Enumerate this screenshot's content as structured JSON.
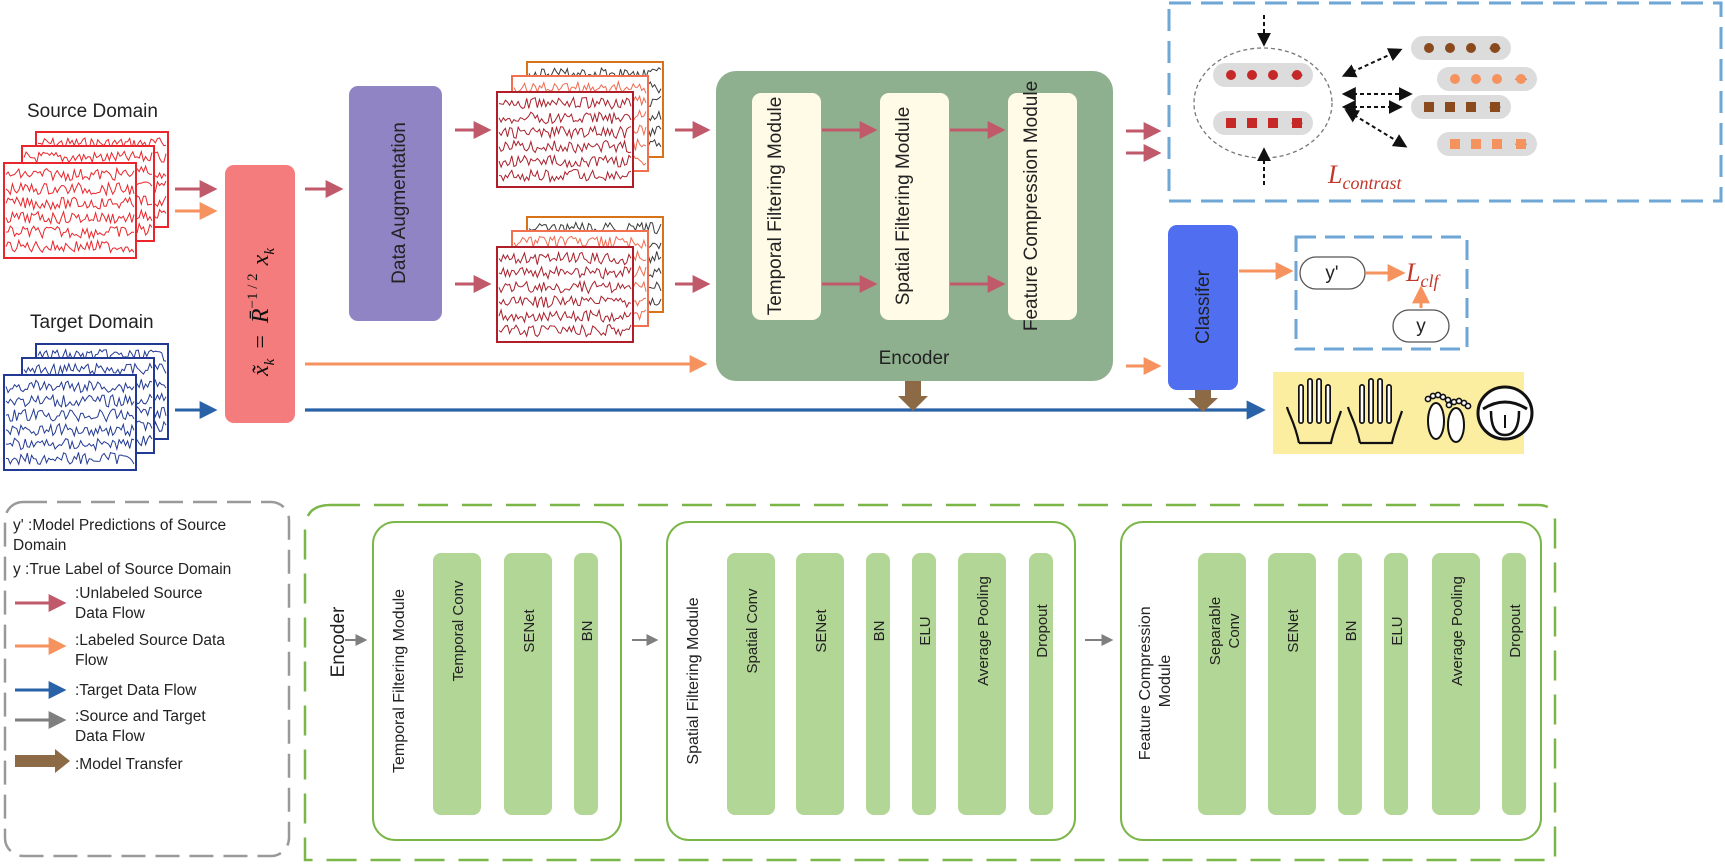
{
  "top": {
    "source_domain_label": "Source Domain",
    "target_domain_label": "Target Domain",
    "alignment_formula": {
      "lhs": "x̃",
      "sub": "k",
      "equals": "=",
      "matrix": "R̄",
      "power": "−1 / 2",
      "var": "x",
      "var_sub": "k"
    },
    "augmentation_label": "Data Augmentation",
    "encoder_label": "Encoder",
    "modules": [
      "Temporal Filtering Module",
      "Spatial Filtering Module",
      "Feature Compression Module"
    ],
    "classifier_label": "Classifer",
    "contrast_loss": {
      "base": "L",
      "sub": "contrast"
    },
    "clf_loss": {
      "base": "L",
      "sub": "clf"
    },
    "y_pred": "y'",
    "y_true": "y",
    "dots": "···",
    "action_icons": [
      "left-hand-icon",
      "right-hand-icon",
      "feet-icon",
      "tongue-icon"
    ]
  },
  "legend": {
    "items": [
      "y' :Model Predictions of Source Domain",
      "y :True Label of Source Domain",
      ":Unlabeled Source Data Flow",
      ":Labeled Source Data Flow",
      ":Target Data Flow",
      ":Source and Target Data Flow",
      ":Model Transfer"
    ]
  },
  "detail": {
    "encoder_label": "Encoder",
    "temporal": {
      "title": "Temporal Filtering Module",
      "layers": [
        "Temporal Conv",
        "SENet",
        "BN"
      ]
    },
    "spatial": {
      "title": "Spatial Filtering Module",
      "layers": [
        "Spatial Conv",
        "SENet",
        "BN",
        "ELU",
        "Average Pooling",
        "Dropout"
      ]
    },
    "compression": {
      "title_line1": "Feature Compression",
      "title_line2": "Module",
      "layers": [
        "Separable Conv",
        "SENet",
        "BN",
        "ELU",
        "Average Pooling",
        "Dropout"
      ]
    }
  },
  "colors": {
    "source_signal": "#e8262b",
    "target_signal": "#233a94",
    "unlabeled_flow": "#c05a6a",
    "labeled_flow": "#f5925e",
    "target_flow": "#2a62a8",
    "shared_flow": "#7f7f7f",
    "model_transfer": "#8b6a45",
    "alignment_box": "#f47c7c",
    "augmentation_box": "#9184c4",
    "encoder_box": "#8fb08f",
    "module_box": "#fffbe6",
    "classifier_box": "#4f6ef0",
    "contrast_border": "#6ea6d6",
    "layer_box": "#b1d695",
    "detail_border": "#7ab648",
    "actions_bg": "#fbeea0"
  }
}
